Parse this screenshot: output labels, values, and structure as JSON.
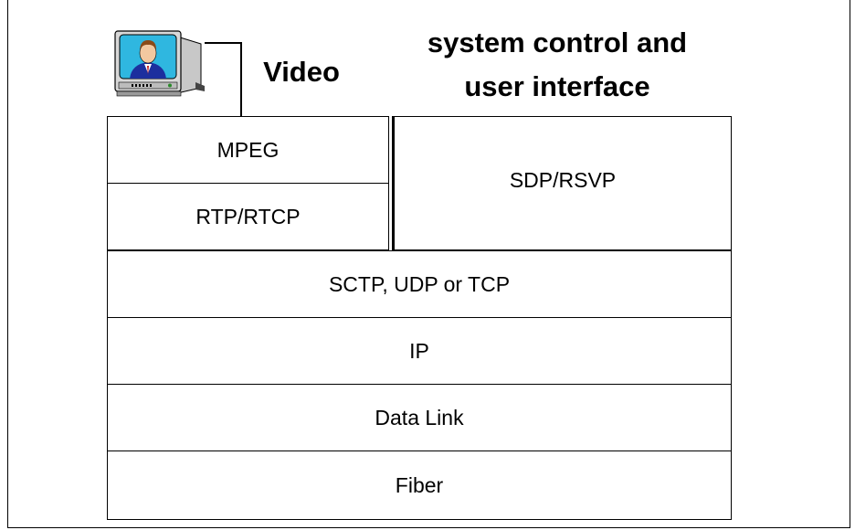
{
  "labels": {
    "video": "Video",
    "system_line1": "system control and",
    "system_line2": "user interface"
  },
  "layers": {
    "mpeg": "MPEG",
    "rtp": "RTP/RTCP",
    "sdp": "SDP/RSVP",
    "transport": "SCTP, UDP or TCP",
    "ip": "IP",
    "datalink": "Data Link",
    "fiber": "Fiber"
  },
  "icons": {
    "tv": "television-with-presenter-icon"
  }
}
